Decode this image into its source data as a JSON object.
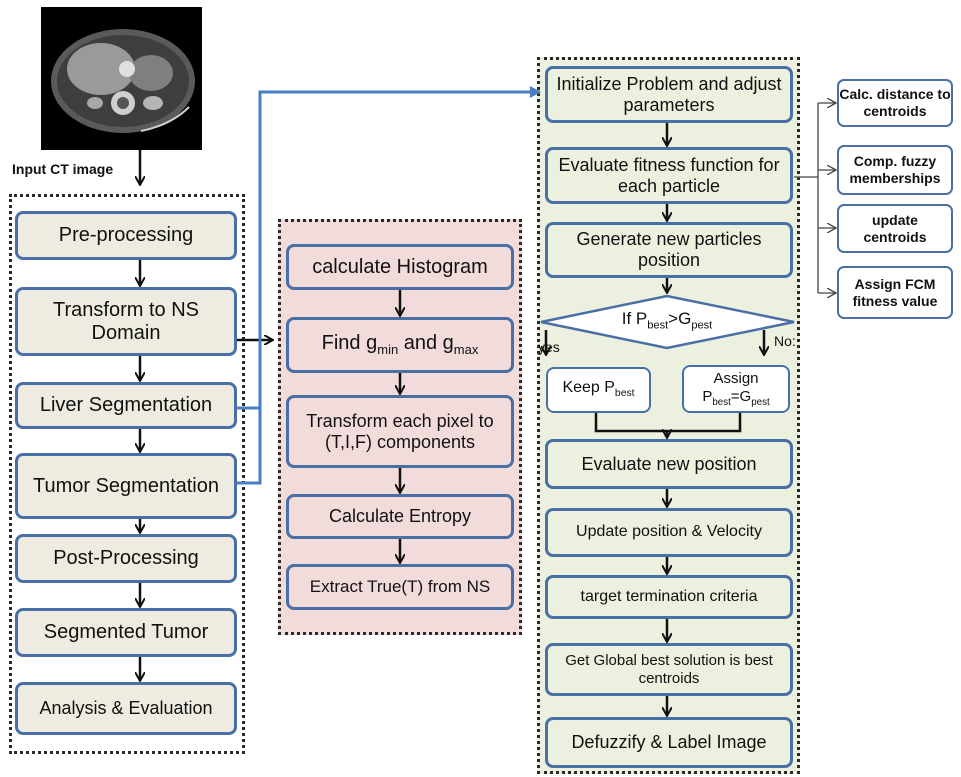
{
  "input": {
    "label": "Input CT image"
  },
  "main": {
    "steps": [
      {
        "text": "Pre-processing"
      },
      {
        "text": "Transform to NS Domain"
      },
      {
        "text": "Liver Segmentation"
      },
      {
        "text": "Tumor Segmentation"
      },
      {
        "text": "Post-Processing"
      },
      {
        "text": "Segmented Tumor"
      },
      {
        "text": "Analysis & Evaluation"
      }
    ]
  },
  "ns": {
    "steps": [
      {
        "text": "calculate Histogram"
      },
      {
        "pre": "Find g",
        "sub1": "min",
        "mid": " and g",
        "sub2": "max"
      },
      {
        "text": "Transform each pixel to (T,I,F) components"
      },
      {
        "text": "Calculate Entropy"
      },
      {
        "text": "Extract True(T) from NS"
      }
    ]
  },
  "pso": {
    "init": "Initialize Problem and adjust parameters",
    "evaluate_fitness": "Evaluate fitness function for each particle",
    "generate": "Generate new particles position",
    "decision": {
      "pre": "If P",
      "s1": "best",
      "mid": ">G",
      "s2": "pest"
    },
    "yes_label": "yes",
    "no_label": "No:",
    "keep": {
      "pre": "Keep P",
      "s1": "best"
    },
    "assign": {
      "title": "Assign",
      "pre": "P",
      "s1": "best",
      "mid": "=G",
      "s2": "pest"
    },
    "evaluate_position": "Evaluate new position",
    "update": "Update position & Velocity",
    "termination": "target termination criteria",
    "global_best": "Get Global best solution is best centroids",
    "defuzzify": "Defuzzify & Label Image"
  },
  "fcm": {
    "steps": [
      {
        "text": "Calc. distance to centroids"
      },
      {
        "text": "Comp. fuzzy memberships"
      },
      {
        "text": "update centroids"
      },
      {
        "text": "Assign FCM fitness value"
      }
    ]
  },
  "colors": {
    "flow_blue": "#4a7ec4",
    "box_border": "#4a6fa5",
    "tan_fill": "#eeece1",
    "pink_fill": "#f2dcdb",
    "green_fill": "#ebf1de"
  }
}
